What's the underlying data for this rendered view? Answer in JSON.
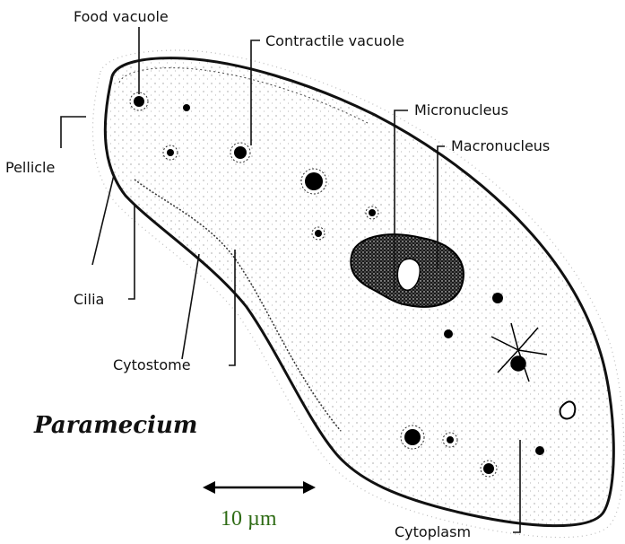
{
  "labels": {
    "food_vacuole": "Food vacuole",
    "contractile_vacuole": "Contractile vacuole",
    "micronucleus": "Micronucleus",
    "macronucleus": "Macronucleus",
    "pellicle": "Pellicle",
    "cilia": "Cilia",
    "cytostome": "Cytostome",
    "cytoplasm": "Cytoplasm"
  },
  "title": "Paramecium",
  "scale_bar": {
    "label": "10 µm",
    "color": "#2e6b14"
  }
}
